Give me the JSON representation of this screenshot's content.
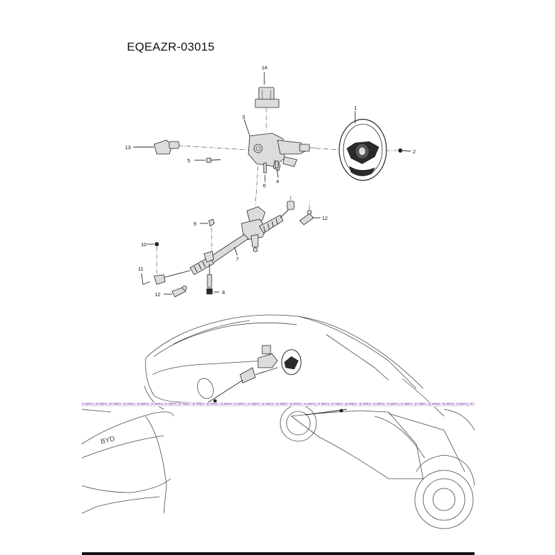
{
  "diagram": {
    "code": "EQEAZR-03015",
    "callouts": [
      "14",
      "1",
      "3",
      "2",
      "13",
      "5",
      "6",
      "4",
      "9",
      "12",
      "10",
      "7",
      "11",
      "12",
      "8"
    ],
    "badge_text": "BYD"
  }
}
